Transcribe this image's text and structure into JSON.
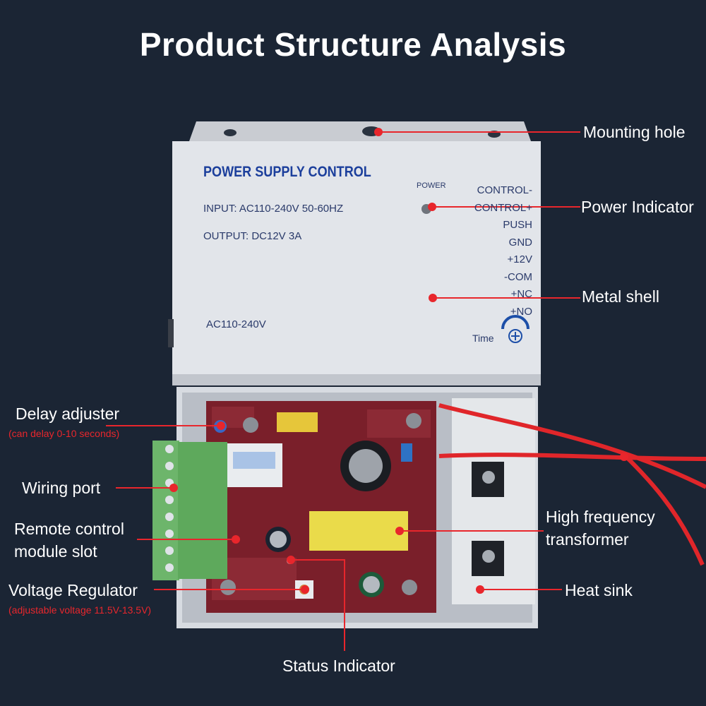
{
  "title": "Product Structure Analysis",
  "colors": {
    "background": "#1b2534",
    "leader_line": "#e8262c",
    "shell": "#dcdfe4",
    "board": "#7a1f2a",
    "terminal": "#6db56b",
    "transformer": "#eadb4a",
    "wire": "#e0262a"
  },
  "device": {
    "brand": "POWER SUPPLY CONTROL",
    "input": "INPUT: AC110-240V  50-60HZ",
    "output": "OUTPUT: DC12V   3A",
    "ac": "AC110-240V",
    "power": "POWER",
    "terminals": [
      "CONTROL-",
      "CONTROL+",
      "PUSH",
      "GND",
      "+12V",
      "-COM",
      "+NC",
      "+NO"
    ],
    "time": "Time"
  },
  "callouts": {
    "mounting_hole": "Mounting hole",
    "power_indicator": "Power Indicator",
    "metal_shell": "Metal shell",
    "delay_adjuster": "Delay adjuster",
    "delay_note": "(can delay 0-10 seconds)",
    "wiring_port": "Wiring port",
    "remote_slot_1": "Remote control",
    "remote_slot_2": "module slot",
    "voltage_regulator": "Voltage Regulator",
    "voltage_note": "(adjustable voltage 11.5V-13.5V)",
    "status_indicator": "Status Indicator",
    "hf_transformer_1": "High frequency",
    "hf_transformer_2": "transformer",
    "heat_sink": "Heat sink"
  }
}
